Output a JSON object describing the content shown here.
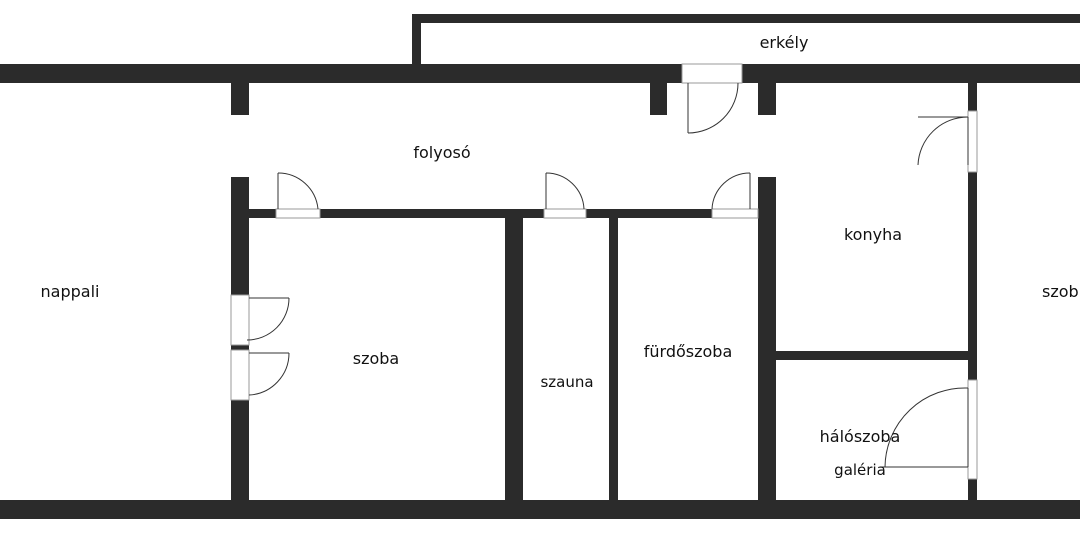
{
  "floorplan": {
    "rooms": {
      "balcony": "erkély",
      "hallway": "folyosó",
      "living_room": "nappali",
      "room": "szoba",
      "sauna": "szauna",
      "bathroom": "fürdőszoba",
      "kitchen": "konyha",
      "bedroom": "hálószoba",
      "gallery": "galéria",
      "room_right": "szob"
    },
    "colors": {
      "wall": "#2b2b2b",
      "background": "#ffffff"
    }
  }
}
